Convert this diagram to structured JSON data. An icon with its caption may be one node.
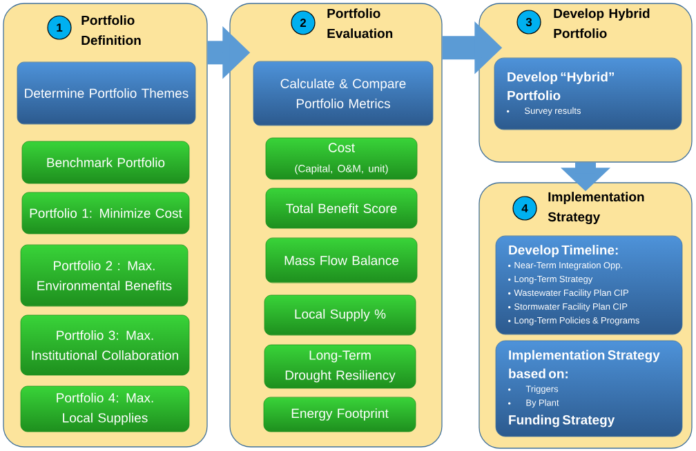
{
  "diagram": {
    "nodes": [
      {
        "text": [
          "Portfolio Definition"
        ]
      },
      {
        "text": [
          "1"
        ],
        "in": 0
      },
      {
        "text": [
          "Determine Portfolio Themes"
        ],
        "in": 0
      },
      {
        "text": [
          "Benchmark Portfolio"
        ],
        "in": 0
      },
      {
        "text": [
          "Portfolio 1: Minimize Cost"
        ],
        "in": 0
      },
      {
        "text": [
          "Portfolio 2 : Max. Environmental Benefits"
        ],
        "in": 0
      },
      {
        "text": [
          "Portfolio 3: Max. Institutional Collaboration"
        ],
        "in": 0
      },
      {
        "text": [
          "Portfolio 4: Max. Local Supplies"
        ],
        "in": 0
      },
      {
        "text": [
          "Portfolio Evaluation"
        ]
      },
      {
        "text": [
          "2"
        ],
        "in": 8
      },
      {
        "text": [
          "Calculate & Compare Portfolio Metrics"
        ],
        "in": 8
      },
      {
        "text": [
          "Cost",
          "(Capital, O&M, unit)"
        ],
        "in": 8
      },
      {
        "text": [
          "Total Benefit Score"
        ],
        "in": 8
      },
      {
        "text": [
          "Mass Flow Balance"
        ],
        "in": 8
      },
      {
        "text": [
          "Local Supply %"
        ],
        "in": 8
      },
      {
        "text": [
          "Long-Term Drought Resiliency"
        ],
        "in": 8
      },
      {
        "text": [
          "Energy Footprint"
        ],
        "in": 8
      },
      {
        "text": [
          "Develop Hybrid Portfolio"
        ]
      },
      {
        "text": [
          "3"
        ],
        "in": 17
      },
      {
        "text": [
          "Develop “Hybrid” Portfolio",
          "Survey results"
        ],
        "in": 17
      },
      {
        "text": [
          "Implementation Strategy"
        ]
      },
      {
        "text": [
          "4"
        ],
        "in": 20
      },
      {
        "text": [
          "Develop Timeline:",
          "Near-Term Integration Opp.",
          "Long-Term Strategy",
          "Wastewater Facility Plan CIP",
          "Stormwater Facility Plan CIP",
          "Long-Term Policies & Programs"
        ],
        "in": 20
      },
      {
        "text": [
          "Implementation Strategy based on:",
          "Triggers",
          "By Plant",
          "Funding Strategy"
        ],
        "in": 20
      }
    ],
    "edges": [
      {
        "from": 0,
        "to": 8,
        "arrow": "to"
      },
      {
        "from": 8,
        "to": 17,
        "arrow": "to"
      },
      {
        "from": 17,
        "to": 20,
        "arrow": "to"
      }
    ]
  }
}
